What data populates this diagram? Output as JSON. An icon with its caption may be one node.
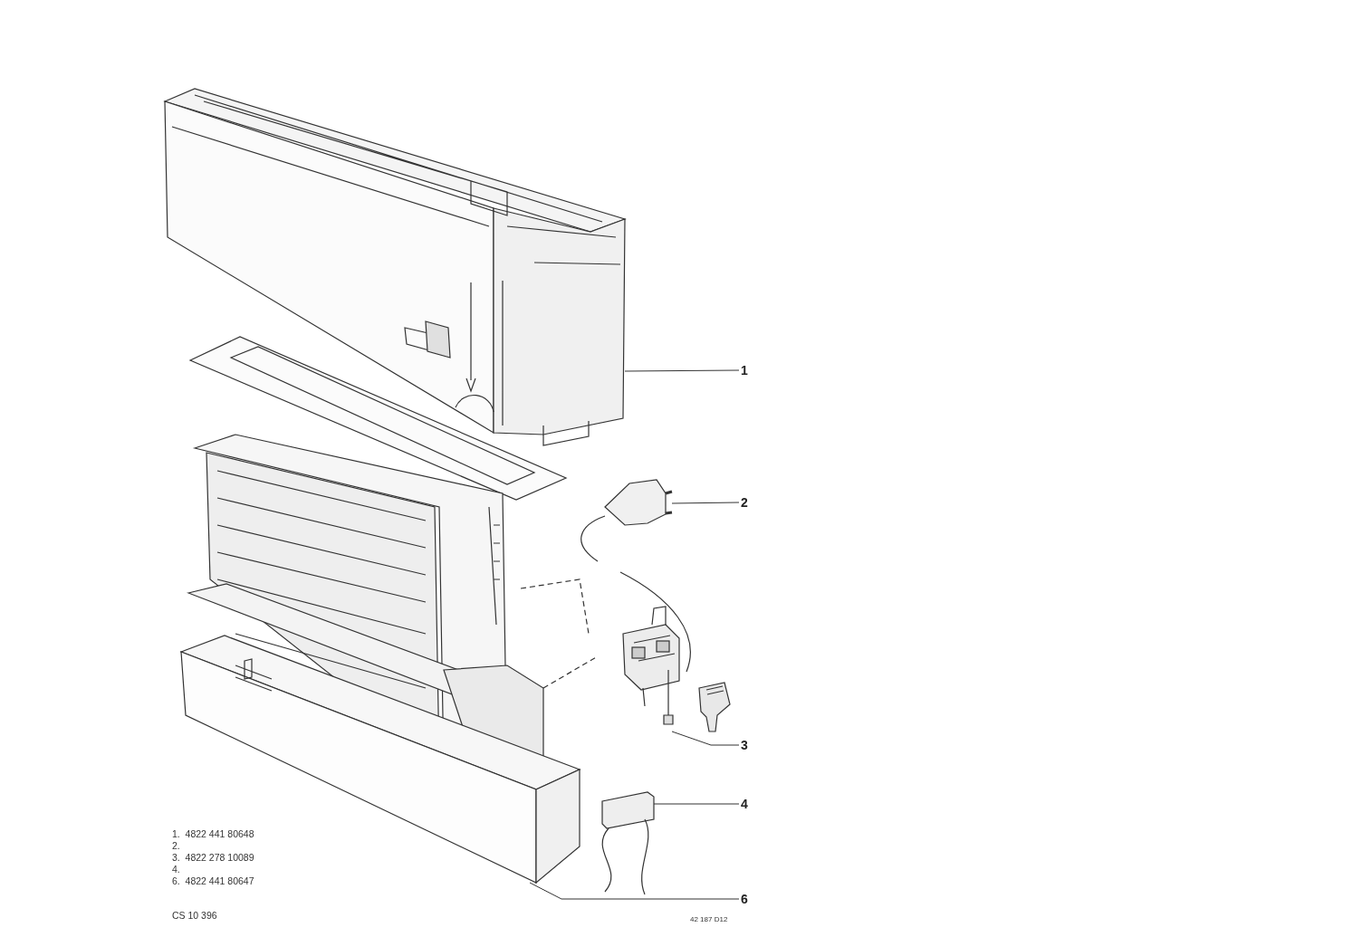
{
  "diagram": {
    "nodes": [
      {
        "text": [],
        "shape": "picture"
      },
      {
        "text": [
          "1"
        ]
      },
      {
        "text": [],
        "shape": "picture"
      },
      {
        "text": [
          "2"
        ]
      },
      {
        "text": [],
        "shape": "picture"
      },
      {
        "text": [
          "3"
        ]
      },
      {
        "text": [],
        "shape": "picture"
      },
      {
        "text": [
          "4"
        ]
      },
      {
        "text": [],
        "shape": "picture"
      },
      {
        "text": [
          "6"
        ]
      }
    ],
    "edges": [
      {
        "from": 1,
        "to": 0,
        "arrow": "none"
      },
      {
        "from": 3,
        "to": 2,
        "arrow": "none"
      },
      {
        "from": 5,
        "to": 4,
        "arrow": "none"
      },
      {
        "from": 7,
        "to": 6,
        "arrow": "none"
      },
      {
        "from": 9,
        "to": 8,
        "arrow": "none"
      }
    ],
    "labels": [
      "1.  4822 441 80648",
      "2.",
      "3.  4822 278 10089",
      "4.",
      "6.  4822 441 80647",
      "CS 10 396",
      "42 187 D12"
    ]
  }
}
